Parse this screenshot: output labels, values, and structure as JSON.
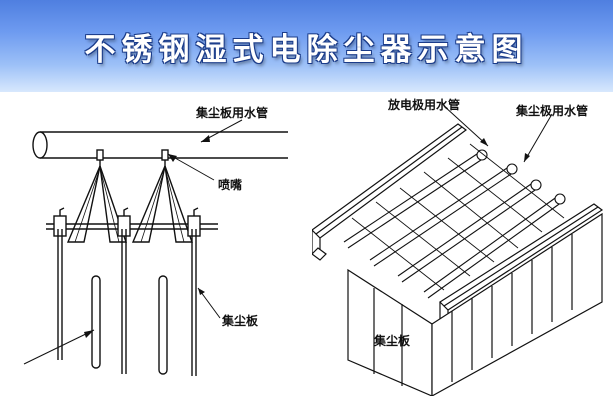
{
  "title": "不锈钢湿式电除尘器示意图",
  "left_panel": {
    "label_pipe": "集尘板用水管",
    "label_nozzle": "喷嘴",
    "label_plate": "集尘板"
  },
  "right_panel": {
    "label_discharge_pipe": "放电极用水管",
    "label_collector_pipe": "集尘极用水管",
    "label_plate": "集尘板"
  },
  "colors": {
    "banner_top": "#4f7fe0",
    "banner_bottom": "#d8e8fd",
    "title_text": "#ffffff"
  }
}
